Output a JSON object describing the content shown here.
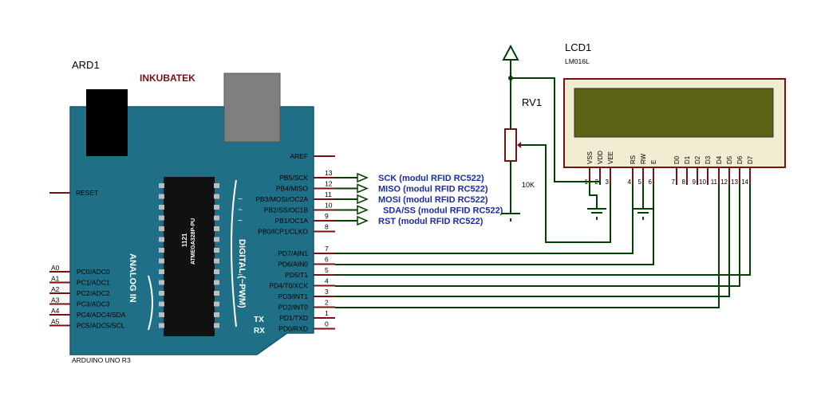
{
  "arduino": {
    "ref": "ARD1",
    "brand": "INKUBATEK",
    "model": "ARDUINO UNO R3",
    "chip_line1": "1121",
    "chip_line2": "ATMEGA328P-PU",
    "analog_label": "ANALOG IN",
    "digital_label": "DIGITAL (~PWM)",
    "reset_label": "RESET",
    "aref_label": "AREF",
    "tx_label": "TX",
    "rx_label": "RX",
    "analog_pins": [
      {
        "tag": "A0",
        "label": "PC0/ADC0"
      },
      {
        "tag": "A1",
        "label": "PC1/ADC1"
      },
      {
        "tag": "A2",
        "label": "PC2/ADC2"
      },
      {
        "tag": "A3",
        "label": "PC3/ADC3"
      },
      {
        "tag": "A4",
        "label": "PC4/ADC4/SDA"
      },
      {
        "tag": "A5",
        "label": "PC5/ADC5/SCL"
      }
    ],
    "digital_top": [
      {
        "label": "PB5/SCK",
        "num": "13",
        "pwm": ""
      },
      {
        "label": "PB4/MISO",
        "num": "12",
        "pwm": ""
      },
      {
        "label": "PB3/MOSI/OC2A",
        "num": "11",
        "pwm": "~"
      },
      {
        "label": "PB2/SS/OC1B",
        "num": "10",
        "pwm": "~"
      },
      {
        "label": "PB1/OC1A",
        "num": "9",
        "pwm": "~"
      },
      {
        "label": "PB0/ICP1/CLKO",
        "num": "8",
        "pwm": ""
      }
    ],
    "digital_bottom": [
      {
        "label": "PD7/AIN1",
        "num": "7",
        "pwm": ""
      },
      {
        "label": "PD6/AIN0",
        "num": "6",
        "pwm": "~"
      },
      {
        "label": "PD5/T1",
        "num": "5",
        "pwm": "~"
      },
      {
        "label": "PD4/T0/XCK",
        "num": "4",
        "pwm": ""
      },
      {
        "label": "PD3/INT1",
        "num": "3",
        "pwm": "~"
      },
      {
        "label": "PD2/INT0",
        "num": "2",
        "pwm": ""
      },
      {
        "label": "PD1/TXD",
        "num": "1",
        "pwm": ""
      },
      {
        "label": "PD0/RXD",
        "num": "0",
        "pwm": ""
      }
    ]
  },
  "rfid_labels": [
    "SCK (modul RFID RC522)",
    "MISO (modul RFID RC522)",
    "MOSI (modul RFID RC522)",
    "SDA/SS (modul RFID RC522)",
    "RST (modul RFID RC522)"
  ],
  "pot": {
    "ref": "RV1",
    "value": "10K"
  },
  "lcd": {
    "ref": "LCD1",
    "model": "LM016L",
    "pins": [
      {
        "name": "VSS",
        "num": "1"
      },
      {
        "name": "VDD",
        "num": "2"
      },
      {
        "name": "VEE",
        "num": "3"
      },
      {
        "name": "RS",
        "num": "4"
      },
      {
        "name": "RW",
        "num": "5"
      },
      {
        "name": "E",
        "num": "6"
      },
      {
        "name": "D0",
        "num": "7"
      },
      {
        "name": "D1",
        "num": "8"
      },
      {
        "name": "D2",
        "num": "9"
      },
      {
        "name": "D3",
        "num": "10"
      },
      {
        "name": "D4",
        "num": "11"
      },
      {
        "name": "D5",
        "num": "12"
      },
      {
        "name": "D6",
        "num": "13"
      },
      {
        "name": "D7",
        "num": "14"
      }
    ]
  },
  "colors": {
    "board": "#1f6f86",
    "wire": "#004000",
    "pin": "#7a1010",
    "lcd_frame": "#f2ecd3",
    "lcd_screen": "#5a6314",
    "rfid_text": "#1a2bb0"
  }
}
